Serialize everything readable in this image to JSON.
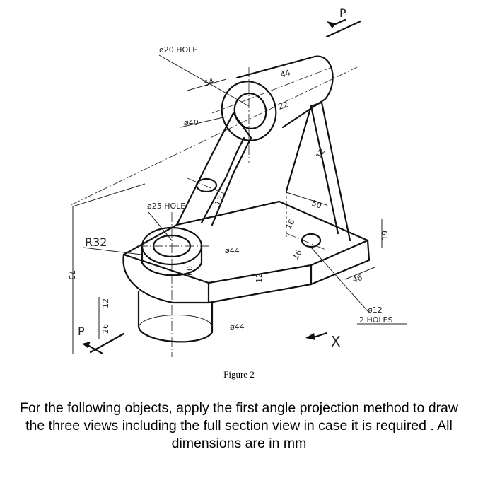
{
  "figure": {
    "labels": {
      "p_top": "P",
      "p_bottom": "P",
      "x_view": "X",
      "hole20": "ø20 HOLE",
      "hole25": "ø25 HOLE",
      "dia40": "ø40",
      "dia44_mid": "ø44",
      "dia44_bot": "ø44",
      "dia12": "ø12",
      "holes2": "2 HOLES",
      "r32": "R32",
      "d54": "54",
      "d44_top": "44",
      "d22": "22",
      "d12_rib": "12",
      "d12_web": "12",
      "d50": "50",
      "d16_a": "16",
      "d16_b": "16",
      "d19": "19",
      "d46": "46",
      "d75": "75",
      "d12_base": "12",
      "d26": "26",
      "d12_boss": "12",
      "d60": "60"
    }
  },
  "caption": "Figure 2",
  "instructions": "For the following objects, apply the first angle projection method to draw the three views including the full section view in case it is required . All dimensions are in mm"
}
